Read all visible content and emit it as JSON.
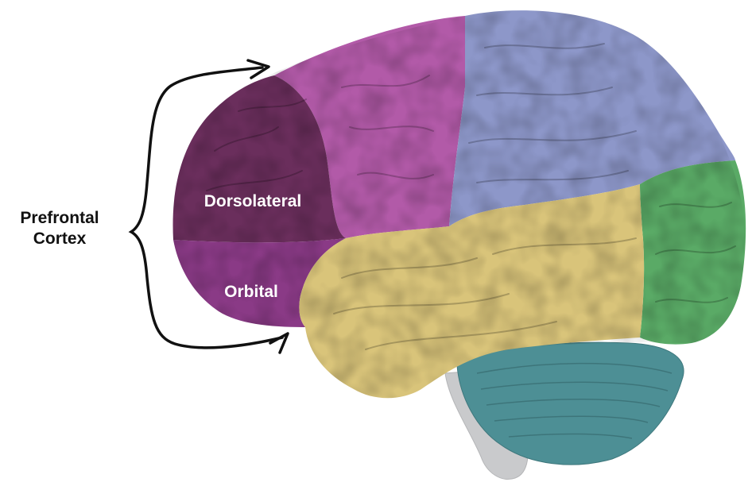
{
  "label": {
    "line1": "Prefrontal",
    "line2": "Cortex"
  },
  "regions": {
    "dorsolateral": "Dorsolateral",
    "orbital": "Orbital"
  },
  "colors": {
    "background": "#ffffff",
    "frontal_pink": "#b25aa8",
    "dorsolateral_dark": "#6a2e5c",
    "orbital_purple": "#8a3a86",
    "parietal_blue": "#8d97c9",
    "temporal_yellow": "#d9c47a",
    "occipital_green": "#5aaa66",
    "cerebellum_teal": "#4d8f95",
    "brainstem_gray": "#c9cacc",
    "arrow": "#111111",
    "region_text": "#ffffff"
  },
  "icons": {
    "bracket": "curly-brace-icon",
    "arrow": "arrow-head-icon"
  }
}
